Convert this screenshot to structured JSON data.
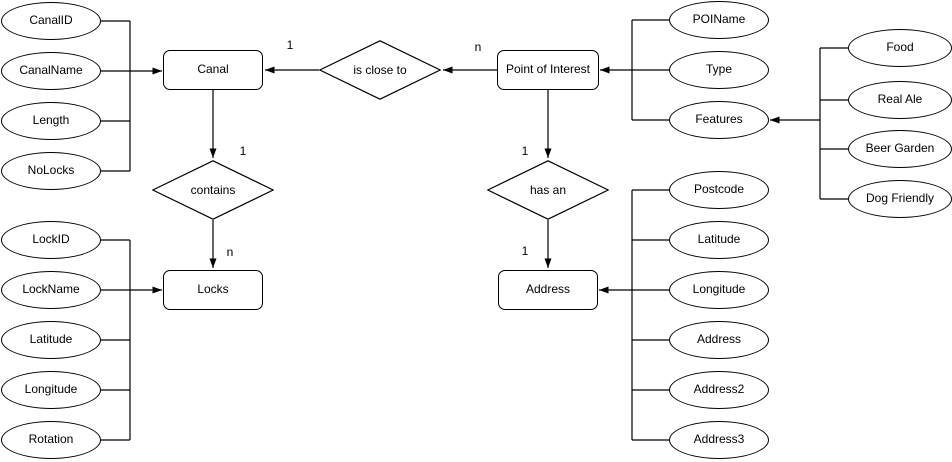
{
  "colors": {
    "stroke": "#000000",
    "shape_fill": "#ffffff",
    "background": "#ffffff",
    "text": "#000000"
  },
  "er": {
    "entities": {
      "canal": {
        "label": "Canal"
      },
      "poi": {
        "label": "Point of Interest"
      },
      "locks": {
        "label": "Locks"
      },
      "address": {
        "label": "Address"
      }
    },
    "relationships": {
      "is_close_to": {
        "label": "is close to",
        "canal_card": "1",
        "poi_card": "n"
      },
      "contains": {
        "label": "contains",
        "canal_card": "1",
        "locks_card": "n"
      },
      "has_an": {
        "label": "has an",
        "poi_card": "1",
        "address_card": "1"
      }
    },
    "attributes": {
      "canal": [
        "CanalID",
        "CanalName",
        "Length",
        "NoLocks"
      ],
      "locks": [
        "LockID",
        "LockName",
        "Latitude",
        "Longitude",
        "Rotation"
      ],
      "poi": [
        "POIName",
        "Type",
        "Features"
      ],
      "address": [
        "Postcode",
        "Latitude",
        "Longitude",
        "Address",
        "Address2",
        "Address3"
      ],
      "features": [
        "Food",
        "Real Ale",
        "Beer Garden",
        "Dog Friendly"
      ]
    }
  }
}
